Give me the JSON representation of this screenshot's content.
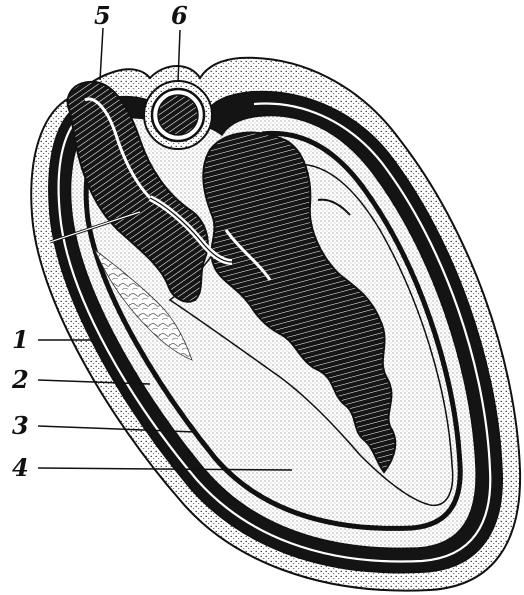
{
  "labels": {
    "l1": "1",
    "l2": "2",
    "l3": "3",
    "l4": "4",
    "l5": "5",
    "l6": "6"
  },
  "colors": {
    "ink": "#111111",
    "paper": "#ffffff",
    "dark_layer": "#1a1a1a",
    "stipple": "#f2f2f2"
  }
}
